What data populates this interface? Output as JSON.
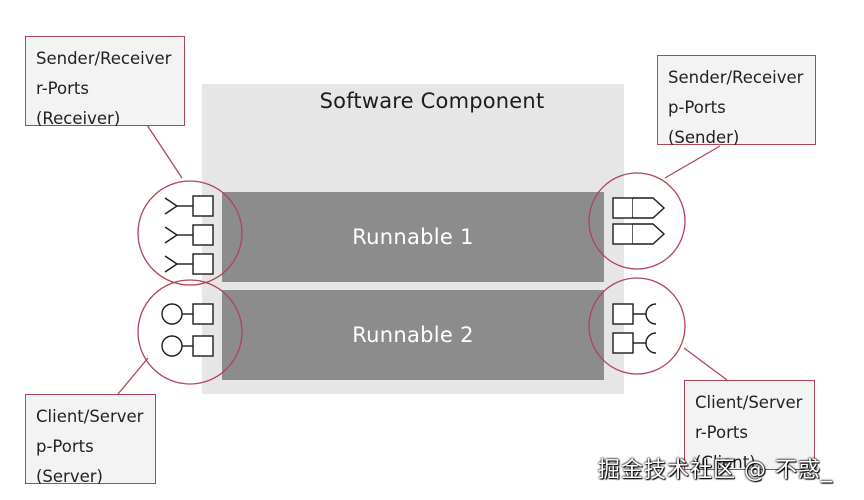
{
  "component": {
    "title": "Software Component"
  },
  "runnables": [
    "Runnable 1",
    "Runnable 2"
  ],
  "callouts": {
    "sr_receiver": [
      "Sender/Receiver",
      "r-Ports",
      "(Receiver)"
    ],
    "sr_sender": [
      "Sender/Receiver",
      "p-Ports",
      "(Sender)"
    ],
    "cs_server": [
      "Client/Server",
      "p-Ports",
      "(Server)"
    ],
    "cs_client": [
      "Client/Server",
      "r-Ports",
      "(Client)"
    ]
  },
  "colors": {
    "component_bg": "#e6e6e6",
    "runnable_bg": "#8c8c8c",
    "accent": "#b04558"
  },
  "watermark": "掘金技术社区 @ 不惑_"
}
